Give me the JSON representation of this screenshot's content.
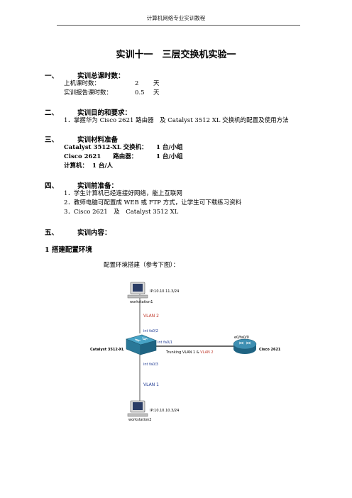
{
  "header": {
    "text": "计算机网络专业实训教程"
  },
  "title": "实训十一　三层交换机实验一",
  "sections": [
    {
      "num": "一、",
      "title": "实训总课时数："
    },
    {
      "num": "二、",
      "title": "实训目的和要求："
    },
    {
      "num": "三、",
      "title": "实训材料准备"
    },
    {
      "num": "四、",
      "title": "实训前准备："
    },
    {
      "num": "五、",
      "title": "实训内容："
    }
  ],
  "hours": {
    "row1": {
      "label": "上机课时数：",
      "value": "2",
      "unit": "天"
    },
    "row2": {
      "label": "实训报告课时数：",
      "value": "0.5",
      "unit": "天"
    }
  },
  "objective": "1．掌握华为 Cisco 2621 路由器　及 Catalyst 3512 XL 交换机的配置及使用方法",
  "materials": [
    {
      "name": "Catalyst 3512-XL 交换机：",
      "qty": "1 台/小组"
    },
    {
      "name": "Cisco 2621　　路由器：",
      "qty": "1 台/小组"
    },
    {
      "name": "计算机：",
      "qty": "1 台/人"
    }
  ],
  "prep": [
    "1．学生计算机已经连接好网络，能上互联网",
    "2．教师电脑可配置成 WEB 或 FTP 方式，让学生可下载练习资料",
    "3．Cisco 2621　及　Catalyst 3512 XL"
  ],
  "subsection": "1  搭建配置环境",
  "caption": "配置环境搭建（参考下图）：",
  "diagram": {
    "ws1_label": "workstation1",
    "ws1_ip": "IP:10.10.11.3/24",
    "vlan2": "VLAN 2",
    "int_fa02": "int fa0/2",
    "switch_label": "Catalyst 3512-XL",
    "int_fa01": "int fa0/1",
    "trunk_a": "Trunking VLAN 1 &",
    "trunk_b": "VLAN 2",
    "router_if": "e0/fa0/0",
    "router_label": "Cisco 2621",
    "int_fa03": "int fa0/3",
    "vlan1": "VLAN 1",
    "ws2_ip": "IP:10.10.10.3/24",
    "ws2_label": "workstation2",
    "colors": {
      "vlan": "#c0392b",
      "int": "#1f3a93",
      "trunk_red": "#c0392b"
    }
  }
}
